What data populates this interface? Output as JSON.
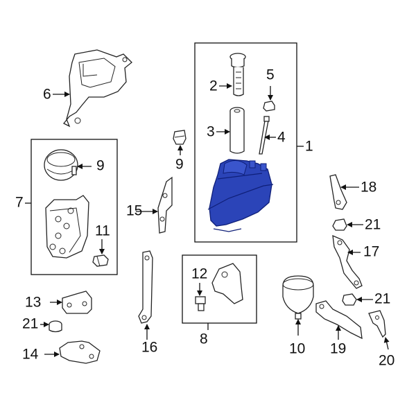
{
  "colors": {
    "highlight": "#2b44b8",
    "highlight_dark": "#0f1f78",
    "line": "#111111"
  },
  "callouts": {
    "c1": "1",
    "c2": "2",
    "c3": "3",
    "c4": "4",
    "c5": "5",
    "c6": "6",
    "c7": "7",
    "c8": "8",
    "c9a": "9",
    "c9b": "9",
    "c10": "10",
    "c11": "11",
    "c12": "12",
    "c13": "13",
    "c14": "14",
    "c15": "15",
    "c16": "16",
    "c17": "17",
    "c18": "18",
    "c19": "19",
    "c20": "20",
    "c21a": "21",
    "c21b": "21",
    "c21c": "21"
  }
}
